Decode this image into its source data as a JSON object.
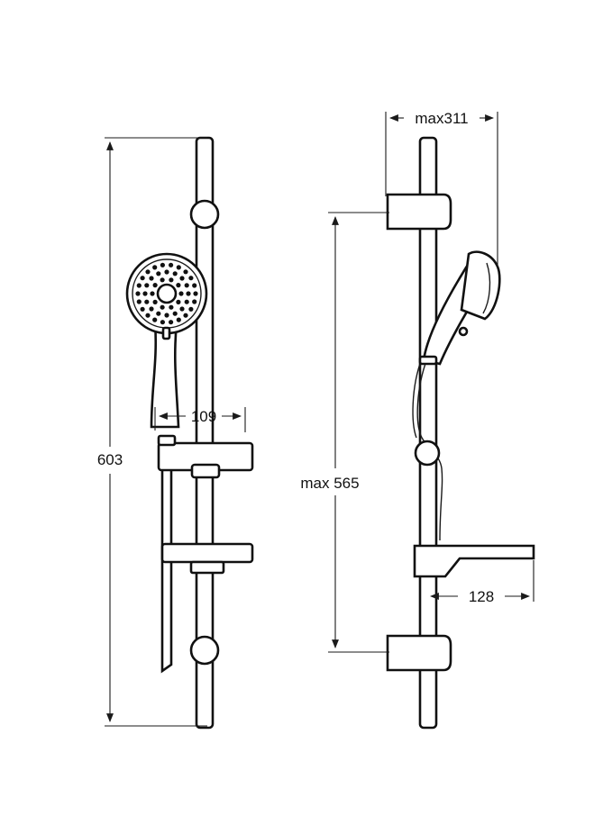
{
  "dimensions": {
    "total_height": "603",
    "handle_width": "109",
    "slide_range": "max 565",
    "projection": "max311",
    "shelf_depth": "128"
  },
  "colors": {
    "line": "#111111",
    "background": "#ffffff"
  }
}
